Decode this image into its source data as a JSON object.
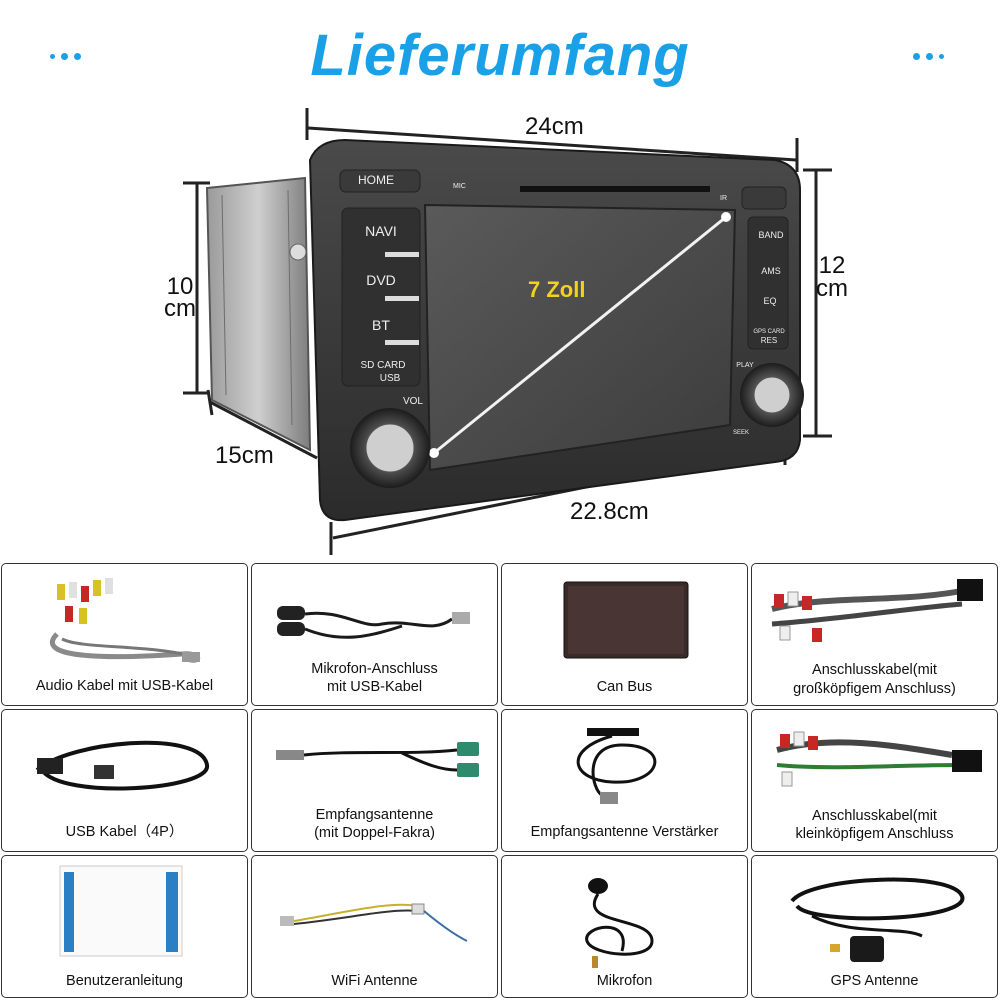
{
  "header": {
    "title": "Lieferumfang"
  },
  "dimensions": {
    "width_top": "24cm",
    "height_left_value": "10",
    "height_left_unit": "cm",
    "height_right_value": "12",
    "height_right_unit": "cm",
    "depth": "15cm",
    "width_bottom": "22.8cm",
    "screen_size": "7 Zoll"
  },
  "device": {
    "buttons": [
      "HOME",
      "NAVI",
      "DVD",
      "BT",
      "SD CARD",
      "USB",
      "BAND",
      "AMS",
      "EQ",
      "GPS CARD",
      "RES"
    ],
    "labels": {
      "mic": "MIC",
      "ir": "IR",
      "vol": "VOL",
      "play": "PLAY",
      "seek": "SEEK"
    }
  },
  "items": [
    {
      "line1": "Audio Kabel mit USB-Kabel",
      "line2": ""
    },
    {
      "line1": "Mikrofon-Anschluss",
      "line2": "mit USB-Kabel"
    },
    {
      "line1": "Can Bus",
      "line2": ""
    },
    {
      "line1": "Anschlusskabel(mit",
      "line2": "großköpfigem Anschluss)"
    },
    {
      "line1": "USB Kabel（4P）",
      "line2": ""
    },
    {
      "line1": "Empfangsantenne",
      "line2": "(mit Doppel-Fakra)"
    },
    {
      "line1": "Empfangsantenne Verstärker",
      "line2": ""
    },
    {
      "line1": "Anschlusskabel(mit",
      "line2": "kleinköpfigem Anschluss"
    },
    {
      "line1": "Benutzeranleitung",
      "line2": ""
    },
    {
      "line1": "WiFi Antenne",
      "line2": ""
    },
    {
      "line1": "Mikrofon",
      "line2": ""
    },
    {
      "line1": "GPS Antenne",
      "line2": ""
    }
  ]
}
